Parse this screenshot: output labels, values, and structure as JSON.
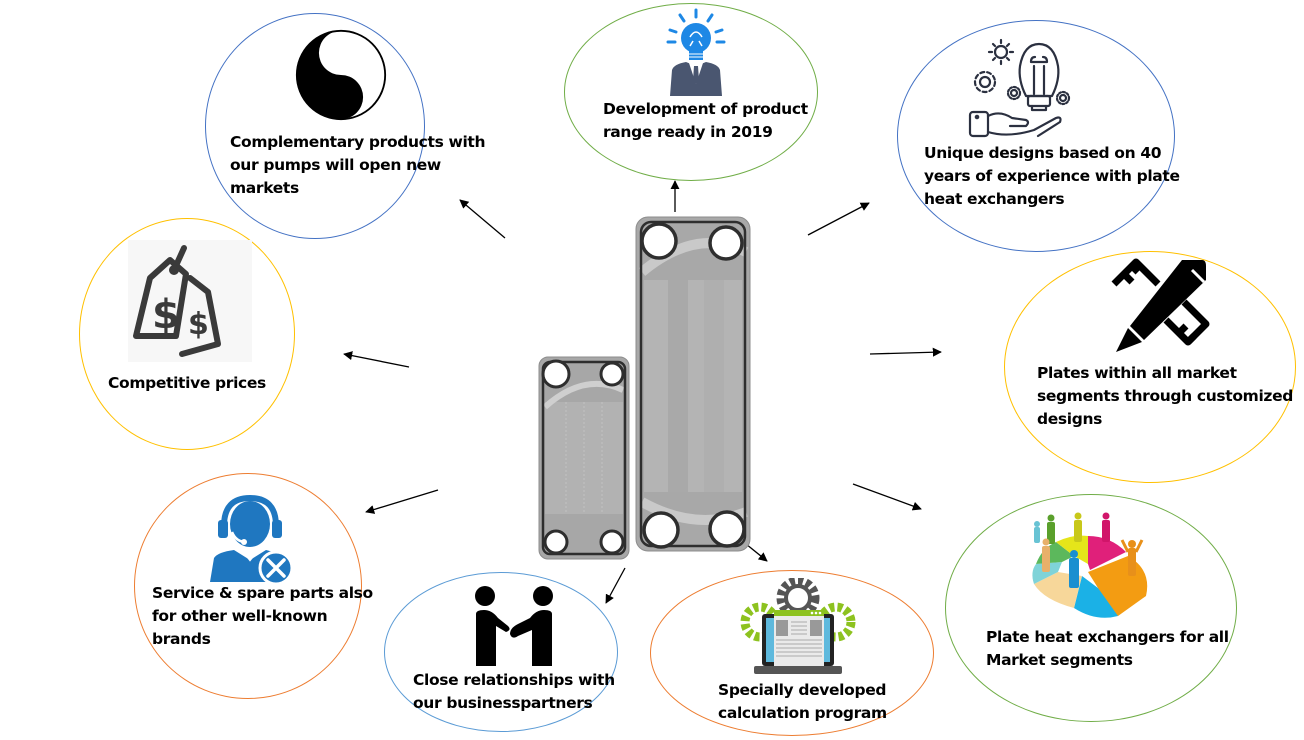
{
  "diagram": {
    "center": {
      "name": "Plate heat exchanger plates (small and large)",
      "plate_color": "#a9a9a9",
      "gasket_color": "#2b2b2b"
    },
    "nodes": [
      {
        "id": "complementary",
        "icon": "yin-yang-icon",
        "border_color": "#4472c4",
        "lines": [
          "Complementary products with",
          "our pumps will open new",
          "markets"
        ]
      },
      {
        "id": "development",
        "icon": "lightbulb-businessman-icon",
        "border_color": "#70ad47",
        "lines": [
          "Development of product",
          "range ready in 2019"
        ]
      },
      {
        "id": "unique-designs",
        "icon": "hand-lightbulb-gears-icon",
        "border_color": "#4472c4",
        "lines": [
          "Unique designs based on 40",
          "years of experience with plate",
          "heat exchangers"
        ]
      },
      {
        "id": "competitive-prices",
        "icon": "price-tags-icon",
        "border_color": "#ffc000",
        "lines": [
          "Competitive prices"
        ]
      },
      {
        "id": "custom-plates",
        "icon": "pencil-ruler-icon",
        "border_color": "#ffc000",
        "lines": [
          "Plates within all market",
          "segments through customized",
          "designs"
        ]
      },
      {
        "id": "service",
        "icon": "support-agent-tools-icon",
        "border_color": "#ed7d31",
        "lines": [
          "Service & spare parts also",
          "for other well-known",
          "brands"
        ]
      },
      {
        "id": "relationships",
        "icon": "handshake-icon",
        "border_color": "#5b9bd5",
        "lines": [
          "Close relationships with",
          "our businesspartners"
        ]
      },
      {
        "id": "calc-program",
        "icon": "laptop-gears-icon",
        "border_color": "#ed7d31",
        "lines": [
          "Specially developed",
          "calculation program"
        ]
      },
      {
        "id": "market-segments",
        "icon": "pie-chart-people-icon",
        "border_color": "#70ad47",
        "lines": [
          "Plate heat exchangers for all",
          "Market segments"
        ]
      }
    ],
    "edges": [
      {
        "from": "center",
        "to": "complementary"
      },
      {
        "from": "center",
        "to": "development"
      },
      {
        "from": "center",
        "to": "unique-designs"
      },
      {
        "from": "center",
        "to": "competitive-prices"
      },
      {
        "from": "center",
        "to": "custom-plates"
      },
      {
        "from": "center",
        "to": "service"
      },
      {
        "from": "center",
        "to": "relationships"
      },
      {
        "from": "center",
        "to": "calc-program"
      },
      {
        "from": "center",
        "to": "market-segments"
      }
    ]
  }
}
